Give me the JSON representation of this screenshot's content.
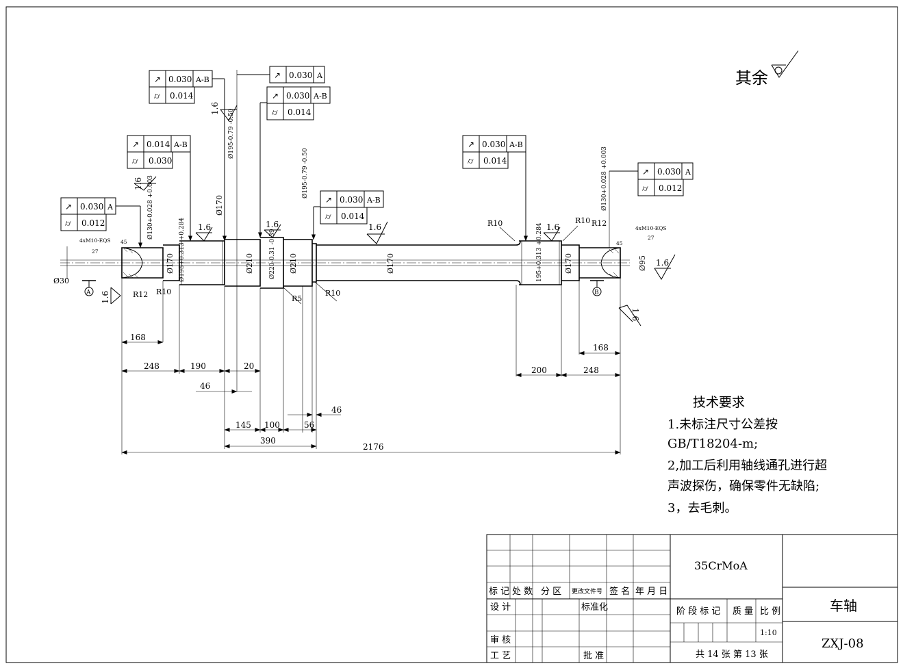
{
  "drawing": {
    "title": "车轴",
    "drawing_number": "ZXJ-08",
    "material": "35CrMoA",
    "scale": "1:10",
    "sheet_info": "共 14 张  第 13 张",
    "general_roughness_label": "其余"
  },
  "tech_requirements": {
    "heading": "技术要求",
    "lines": [
      "1.未标注尺寸公差按",
      "GB/T18204-m;",
      "2,加工后利用轴线通孔进行超",
      "声波探伤，确保零件无缺陷;",
      "3，去毛刺。"
    ]
  },
  "title_block": {
    "mark": "标 记",
    "count": "处 数",
    "zone": "分  区",
    "change_doc": "更改文件号",
    "signature": "签 名",
    "date": "年 月 日",
    "design": "设 计",
    "standardize": "标准化",
    "review": "审 核",
    "process": "工 艺",
    "approve": "批 准",
    "stage_mark": "阶 段 标 记",
    "weight": "质 量",
    "scale_label": "比 例"
  },
  "feature_frames": [
    {
      "sym": "↗",
      "value": "0.030",
      "datum": "A-B"
    },
    {
      "sym": "⌭",
      "value": "0.014",
      "datum": ""
    },
    {
      "sym": "↗",
      "value": "0.030",
      "datum": "A"
    },
    {
      "sym": "↗",
      "value": "0.030",
      "datum": "A-B"
    },
    {
      "sym": "⌭",
      "value": "0.014",
      "datum": ""
    },
    {
      "sym": "↗",
      "value": "0.014",
      "datum": "A-B"
    },
    {
      "sym": "⌭",
      "value": "0.030",
      "datum": ""
    },
    {
      "sym": "↗",
      "value": "0.030",
      "datum": "A"
    },
    {
      "sym": "⌭",
      "value": "0.012",
      "datum": ""
    },
    {
      "sym": "↗",
      "value": "0.030",
      "datum": "A-B"
    },
    {
      "sym": "⌭",
      "value": "0.014",
      "datum": ""
    },
    {
      "sym": "↗",
      "value": "0.030",
      "datum": "A-B"
    },
    {
      "sym": "⌭",
      "value": "0.014",
      "datum": ""
    },
    {
      "sym": "↗",
      "value": "0.030",
      "datum": "A"
    },
    {
      "sym": "⌭",
      "value": "0.012",
      "datum": ""
    }
  ],
  "labels": {
    "rough16": "1.6",
    "d30": "Ø30",
    "d95": "Ø95",
    "d170": "Ø170",
    "d210": "Ø210",
    "d195": "Ø195",
    "d220": "Ø220",
    "d195_left_tol": "Ø195+0.313 +0.284",
    "d195_right_tol": "195+0.313 +0.284",
    "d220_tol": "Ø220-0.31 -0.39",
    "d195_top": "Ø195-0.79 -0.50",
    "d130": "Ø130+0.028 +0.003",
    "screw": "4xM10-EQS",
    "depth": "27",
    "r12": "R12",
    "r10": "R10",
    "r5": "R5",
    "chamfer": "45",
    "datum_a": "A",
    "datum_b": "B"
  },
  "dimensions": {
    "d168_left": "168",
    "d248_left": "248",
    "d190": "190",
    "d20": "20",
    "d46_a": "46",
    "d145": "145",
    "d100": "100",
    "d56": "56",
    "d46_b": "46",
    "d390": "390",
    "d2176": "2176",
    "d200": "200",
    "d248_right": "248",
    "d168_right": "168"
  }
}
